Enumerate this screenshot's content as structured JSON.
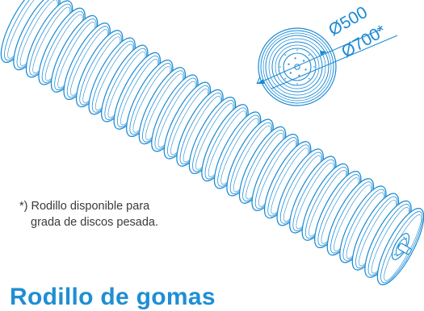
{
  "dimensions": {
    "inner": "Ø500",
    "outer": "Ø700*"
  },
  "footnote": {
    "line1": "*) Rodillo disponible para",
    "line2": "grada de discos pesada."
  },
  "heading": "Rodillo de gomas",
  "colors": {
    "line": "#1a8ad4",
    "heading": "#1f8ed4",
    "text": "#3a3a3a"
  }
}
